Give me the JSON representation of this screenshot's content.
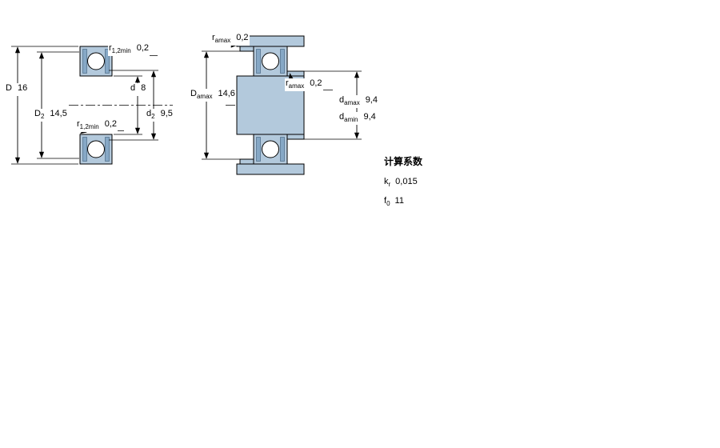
{
  "diagram": {
    "colors": {
      "bearing_fill": "#b3c9dc",
      "seal_fill": "#86a8c6",
      "outline": "#000000"
    },
    "left": {
      "dims": {
        "D": {
          "sym": "D",
          "sub": "",
          "val": "16"
        },
        "D2": {
          "sym": "D",
          "sub": "2",
          "val": "14,5"
        },
        "r12_top": {
          "sym": "r",
          "sub": "1,2min",
          "val": "0,2"
        },
        "r12_mid": {
          "sym": "r",
          "sub": "1,2min",
          "val": "0,2"
        },
        "d": {
          "sym": "d",
          "sub": "",
          "val": "8"
        },
        "d2": {
          "sym": "d",
          "sub": "2",
          "val": "9,5"
        }
      }
    },
    "right": {
      "dims": {
        "ra_top": {
          "sym": "r",
          "sub": "amax",
          "val": "0,2"
        },
        "Da": {
          "sym": "D",
          "sub": "amax",
          "val": "14,6"
        },
        "ra_mid": {
          "sym": "r",
          "sub": "amax",
          "val": "0,2"
        },
        "da_max": {
          "sym": "d",
          "sub": "amax",
          "val": "9,4"
        },
        "da_min": {
          "sym": "d",
          "sub": "amin",
          "val": "9,4"
        }
      }
    }
  },
  "calculation_factors": {
    "title": "计算系数",
    "rows": [
      {
        "sym": "k",
        "sub": "r",
        "val": "0,015"
      },
      {
        "sym": "f",
        "sub": "0",
        "val": "11"
      }
    ]
  }
}
